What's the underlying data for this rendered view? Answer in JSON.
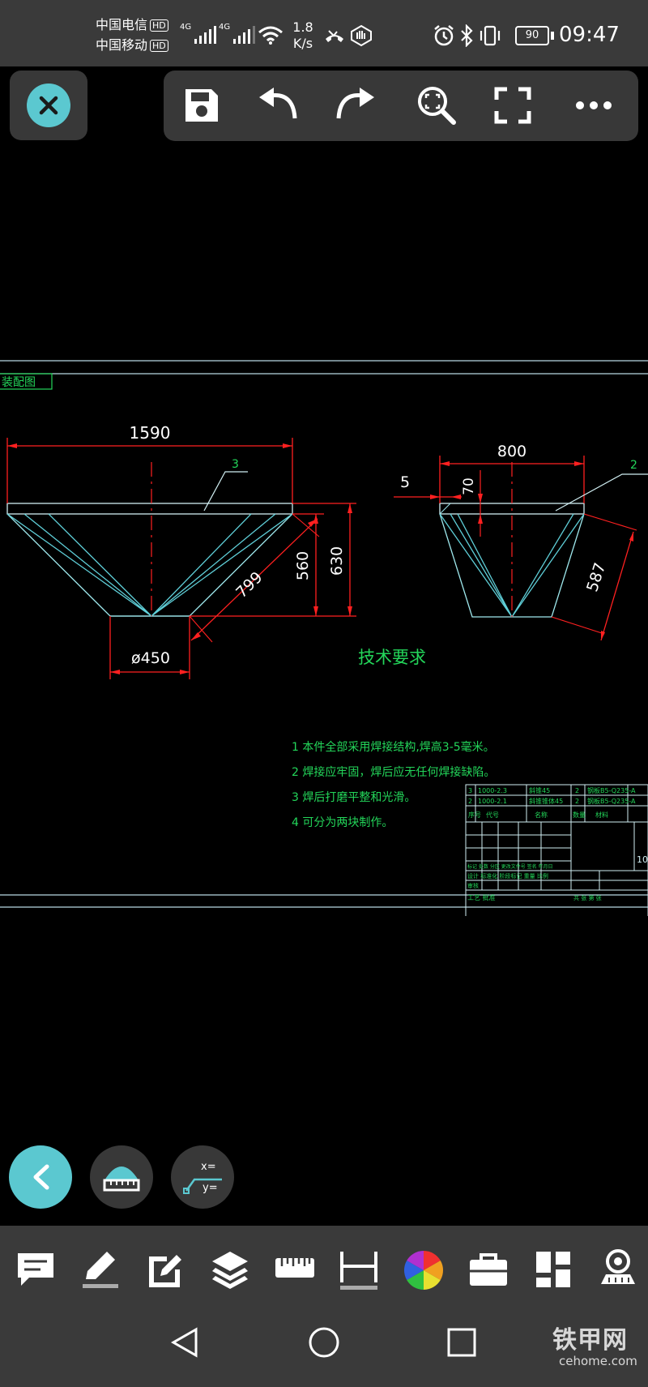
{
  "status_bar": {
    "carrier_1": "中国电信",
    "carrier_2": "中国移动",
    "hd_badge": "HD",
    "net_1": "4G",
    "net_2": "4G",
    "speed_value": "1.8",
    "speed_unit": "K/s",
    "battery": "90",
    "time": "09:47"
  },
  "toolbar": {
    "close_icon": "close-icon",
    "icons": [
      "save-icon",
      "undo-icon",
      "redo-icon",
      "zoom-extent-icon",
      "fullscreen-icon",
      "more-icon"
    ]
  },
  "drawing": {
    "title_tab": "装配图",
    "left_view": {
      "dim_width": "1590",
      "dim_diameter": "ø450",
      "dim_slant": "799",
      "dim_height_inner": "560",
      "dim_height_outer": "630",
      "part_label": "3"
    },
    "right_view": {
      "dim_width": "800",
      "dim_top": "70",
      "dim_side": "5",
      "dim_slant": "587",
      "part_label": "2"
    },
    "tech_title": "技术要求",
    "tech_notes": [
      "1  本件全部采用焊接结构,焊高3-5毫米。",
      "2  焊接应牢固，焊后应无任何焊接缺陷。",
      "3  焊后打磨平整和光滑。",
      "4  可分为两块制作。"
    ],
    "bom_rows": [
      [
        "3",
        "1000-2.3",
        "斜锥45",
        "2",
        "钢板B5-Q235-A"
      ],
      [
        "2",
        "1000-2.1",
        "斜锥锥体45",
        "2",
        "钢板B5-Q235-A"
      ]
    ],
    "bom_header": [
      "序号",
      "代号",
      "名称",
      "数量",
      "材料"
    ],
    "title_block": {
      "r1": "标记 处数 分区 更改文件号 签名 年月日",
      "r2": "设计 标准化 阶段标记 重量 比例",
      "r3": "审核",
      "r4": "工艺 批准",
      "r5": "共 张 第 张",
      "side": "10"
    }
  },
  "float_buttons": {
    "back_icon": "chevron-left-icon",
    "measure_icon": "measure-icon",
    "coord_icon": "coordinate-icon",
    "coord_x": "x=",
    "coord_y": "y="
  },
  "bottom_toolbar": {
    "icons": [
      "comment-icon",
      "pen-icon",
      "edit-icon",
      "layers-icon",
      "ruler-icon",
      "dimension-icon",
      "color-wheel-icon",
      "toolbox-icon",
      "blocks-icon",
      "robot-icon"
    ]
  },
  "watermark": {
    "brand": "铁甲网",
    "url": "cehome.com"
  },
  "colors": {
    "accent": "#5bc8d0",
    "cad_red": "#ff2020",
    "cad_cyan": "#9fe9ee",
    "cad_green": "#23d65a",
    "panel": "#383838"
  }
}
